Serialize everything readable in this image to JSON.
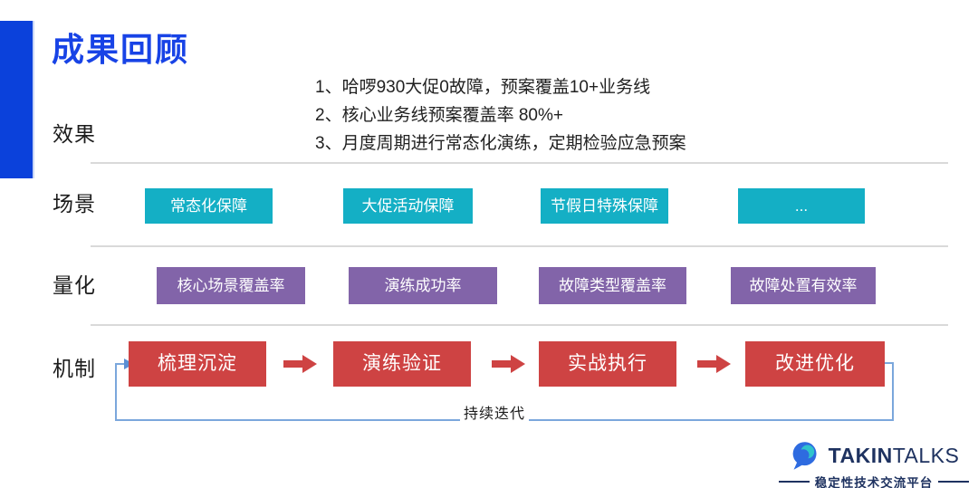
{
  "slide": {
    "title": "成果回顾"
  },
  "rows": {
    "effect": {
      "label": "效果",
      "items": [
        "1、哈啰930大促0故障，预案覆盖10+业务线",
        "2、核心业务线预案覆盖率 80%+",
        "3、月度周期进行常态化演练，定期检验应急预案"
      ]
    },
    "scenario": {
      "label": "场景",
      "items": [
        "常态化保障",
        "大促活动保障",
        "节假日特殊保障",
        "..."
      ]
    },
    "quantify": {
      "label": "量化",
      "items": [
        "核心场景覆盖率",
        "演练成功率",
        "故障类型覆盖率",
        "故障处置有效率"
      ]
    },
    "mechanism": {
      "label": "机制",
      "items": [
        "梳理沉淀",
        "演练验证",
        "实战执行",
        "改进优化"
      ],
      "loop_label": "持续迭代"
    }
  },
  "footer": {
    "brand_bold": "TAKIN",
    "brand_light": "TALKS",
    "tagline": "稳定性技术交流平台"
  },
  "colors": {
    "title_blue": "#1843E6",
    "side_bar_blue": "#0B41DB",
    "scenario_teal": "#14AFC5",
    "quantify_purple": "#8264A9",
    "mechanism_red": "#CE4343",
    "loop_line_blue": "#7BA7DC",
    "brand_navy": "#1E3260"
  }
}
